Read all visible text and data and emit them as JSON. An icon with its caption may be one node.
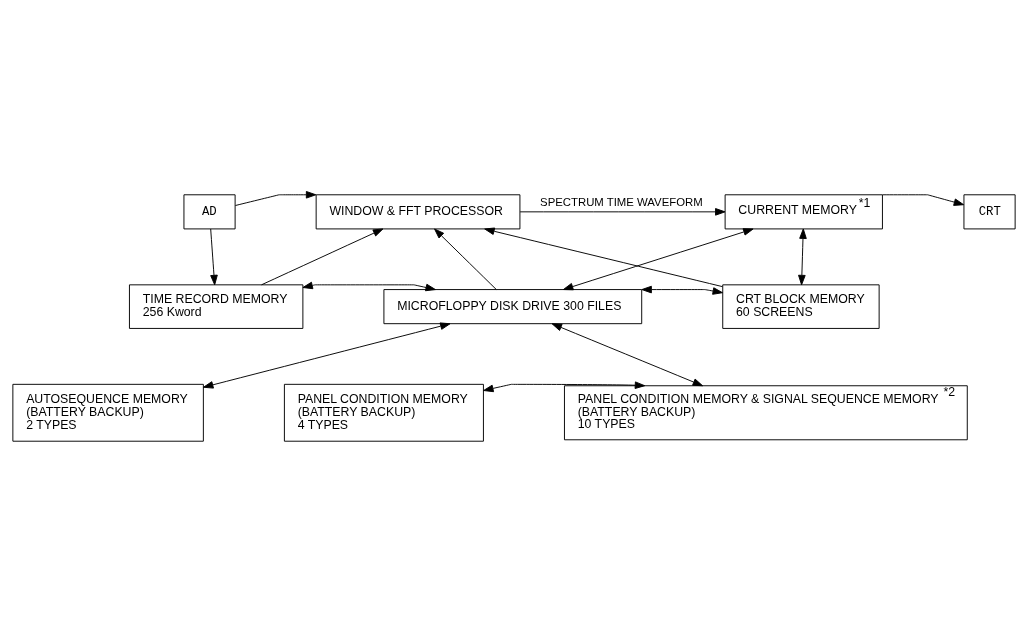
{
  "diagram": {
    "nodes": [
      {
        "text": [
          "AD"
        ]
      },
      {
        "text": [
          "WINDOW & FFT PROCESSOR"
        ]
      },
      {
        "text": [
          "CURRENT MEMORY$^{*1}$"
        ]
      },
      {
        "text": [
          "CRT"
        ]
      },
      {
        "text": [
          "TIME RECORD MEMORY",
          "256 Kword"
        ]
      },
      {
        "text": [
          "MICROFLOPPY DISK DRIVE 300 FILES"
        ]
      },
      {
        "text": [
          "CRT BLOCK MEMORY",
          "60 SCREENS"
        ]
      },
      {
        "text": [
          "AUTOSEQUENCE MEMORY",
          "(BATTERY BACKUP)",
          "2 TYPES"
        ]
      },
      {
        "text": [
          "PANEL CONDITION MEMORY",
          "(BATTERY BACKUP)",
          "4 TYPES"
        ]
      },
      {
        "text": [
          "PANEL CONDITION MEMORY & SIGNAL SEQUENCE MEMORY$^{*2}$",
          "(BATTERY BACKUP)",
          "10 TYPES"
        ]
      }
    ],
    "edges": [
      {
        "from": 0,
        "to": 1,
        "arrow": "to"
      },
      {
        "from": 0,
        "to": 4,
        "arrow": "to"
      },
      {
        "from": 4,
        "to": 1,
        "arrow": "to"
      },
      {
        "from": 5,
        "to": 1,
        "arrow": "to"
      },
      {
        "from": 1,
        "to": 2,
        "arrow": "to",
        "label": "SPECTRUM TIME WAVEFORM"
      },
      {
        "from": 2,
        "to": 3,
        "arrow": "to"
      },
      {
        "from": 2,
        "to": 5,
        "arrow": "both"
      },
      {
        "from": 2,
        "to": 6,
        "arrow": "both"
      },
      {
        "from": 4,
        "to": 5,
        "arrow": "both"
      },
      {
        "from": 5,
        "to": 6,
        "arrow": "both"
      },
      {
        "from": 6,
        "to": 1,
        "arrow": "to"
      },
      {
        "from": 5,
        "to": 7,
        "arrow": "both"
      },
      {
        "from": 5,
        "to": 9,
        "arrow": "both"
      },
      {
        "from": 8,
        "to": 9,
        "arrow": "both"
      }
    ]
  }
}
